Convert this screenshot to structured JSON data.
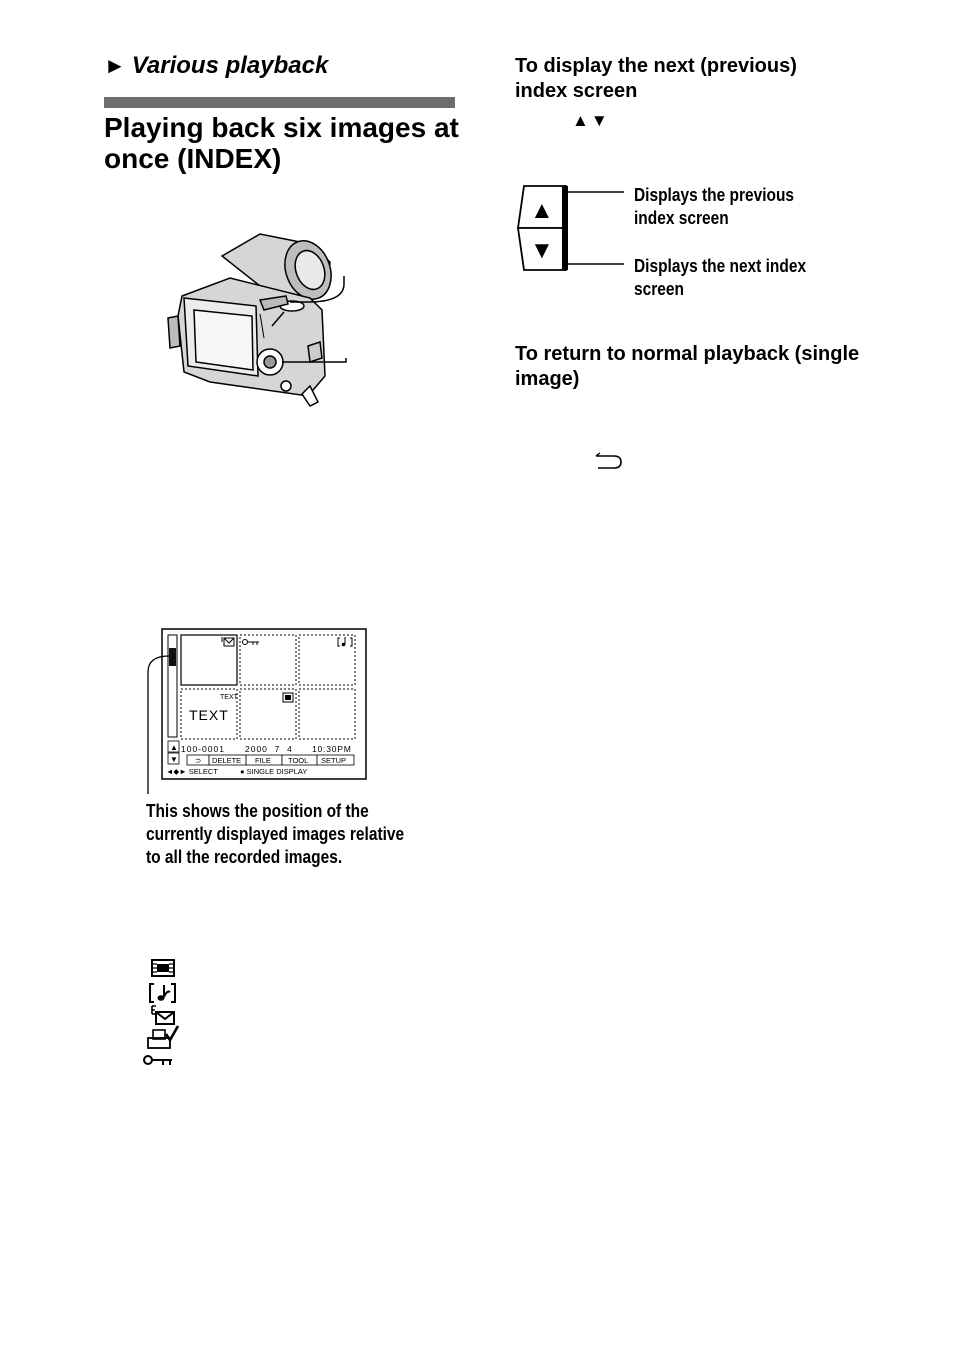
{
  "section": {
    "arrow": "►",
    "label": "Various playback"
  },
  "title": "Playing back six images at once (INDEX)",
  "next_prev": {
    "heading": "To display the next (previous) index screen",
    "keys": "▲▼"
  },
  "nav_diagram": {
    "up_key": "▲",
    "down_key": "▼",
    "up_label_line1": "Displays the previous",
    "up_label_line2": "index screen",
    "down_label_line1": "Displays the next index",
    "down_label_line2": "screen"
  },
  "return": {
    "heading": "To return to normal playback (single image)",
    "symbol": "⊃"
  },
  "lcd": {
    "text_badge": "TEXT",
    "text_thumb": "TEXT",
    "file_number": "100-0001",
    "date": "2000  7  4",
    "time": "10:30PM",
    "buttons": [
      "⊃",
      "DELETE",
      "FILE",
      "TOOL",
      "SETUP"
    ],
    "scroll_up": "▲",
    "scroll_down": "▼",
    "hint_select": "◄◆► SELECT",
    "hint_display": "● SINGLE DISPLAY"
  },
  "caption": {
    "line1": "This shows the position of the",
    "line2": "currently displayed images relative",
    "line3": "to all the recorded images."
  },
  "legend_icons": [
    "movie-file-icon",
    "audio-file-icon",
    "email-file-icon",
    "print-mark-icon",
    "protect-key-icon"
  ]
}
